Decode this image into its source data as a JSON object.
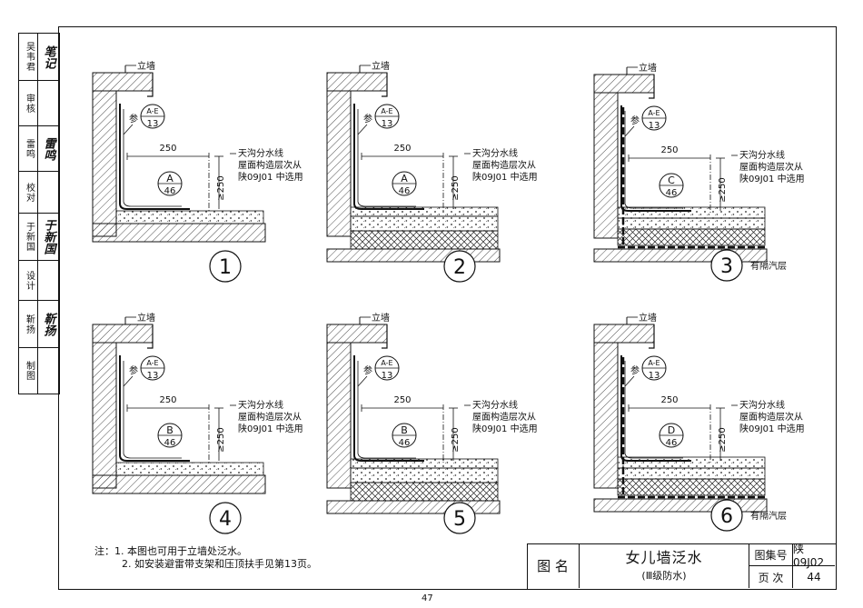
{
  "side_rows": [
    {
      "label": "吴韦君",
      "sig": "笔记"
    },
    {
      "label": "审核",
      "sig": ""
    },
    {
      "label": "雷鸣",
      "sig": "雷鸣"
    },
    {
      "label": "校对",
      "sig": ""
    },
    {
      "label": "于新国",
      "sig": "于新国"
    },
    {
      "label": "设计",
      "sig": ""
    },
    {
      "label": "靳扬",
      "sig": "靳扬"
    },
    {
      "label": "制图",
      "sig": ""
    }
  ],
  "detail_common": {
    "wall_label": "立墙",
    "ref_prefix": "参",
    "ref_top": "A-E",
    "ref_bottom": "13",
    "dim_h": "250",
    "dim_v": "≥250",
    "note_line1": "天沟分水线",
    "note_line2": "屋面构造层次从",
    "note_line3": "陕09J01 中选用",
    "bubble_bottom": "46"
  },
  "details": [
    {
      "num": "1",
      "bubble": "A",
      "caption": ""
    },
    {
      "num": "2",
      "bubble": "A",
      "caption": ""
    },
    {
      "num": "3",
      "bubble": "C",
      "caption": "有隔汽层"
    },
    {
      "num": "4",
      "bubble": "B",
      "caption": ""
    },
    {
      "num": "5",
      "bubble": "B",
      "caption": ""
    },
    {
      "num": "6",
      "bubble": "D",
      "caption": "有隔汽层"
    }
  ],
  "notes": [
    "注：1. 本图也可用于立墙处泛水。",
    "2. 如安装避雷带支架和压顶扶手见第13页。"
  ],
  "title_block": {
    "name_label": "图  名",
    "title": "女儿墙泛水",
    "subtitle": "(Ⅲ级防水)",
    "atlas_label": "图集号",
    "atlas_value": "陕09J02",
    "page_label": "页  次",
    "page_value": "44"
  },
  "page_number": "47"
}
